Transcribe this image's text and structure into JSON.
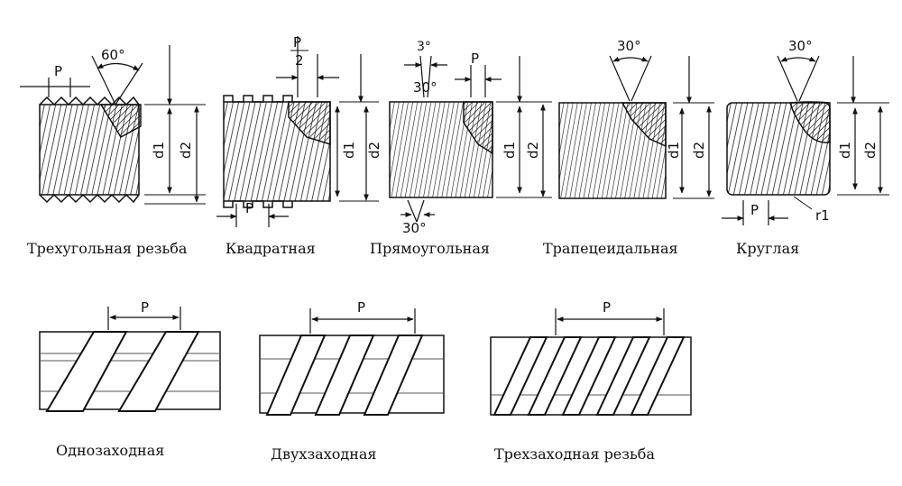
{
  "top_row": {
    "triangular": {
      "caption": "Трехугольная резьба",
      "angle": "60°",
      "pitch": "P",
      "d1": "d1",
      "d2": "d2"
    },
    "square": {
      "caption": "Квадратная",
      "half_pitch_num": "P",
      "half_pitch_den": "2",
      "pitch": "P",
      "d1": "d1",
      "d2": "d2"
    },
    "rectangular": {
      "caption": "Прямоугольная",
      "angle_top": "3°",
      "angle_bottom": "30°",
      "pitch": "P",
      "d1": "d1",
      "d2": "d2"
    },
    "trapezoidal": {
      "caption": "Трапецеидальная",
      "angle": "30°",
      "d1": "d1",
      "d2": "d2"
    },
    "round": {
      "caption": "Круглая",
      "angle": "30°",
      "pitch": "P",
      "radius": "r1",
      "d1": "d1",
      "d2": "d2"
    }
  },
  "bottom_row": {
    "single": {
      "caption": "Однозаходная",
      "pitch": "P"
    },
    "double": {
      "caption": "Двухзаходная",
      "pitch": "P"
    },
    "triple": {
      "caption": "Трехзаходная резьба",
      "pitch": "P"
    }
  }
}
